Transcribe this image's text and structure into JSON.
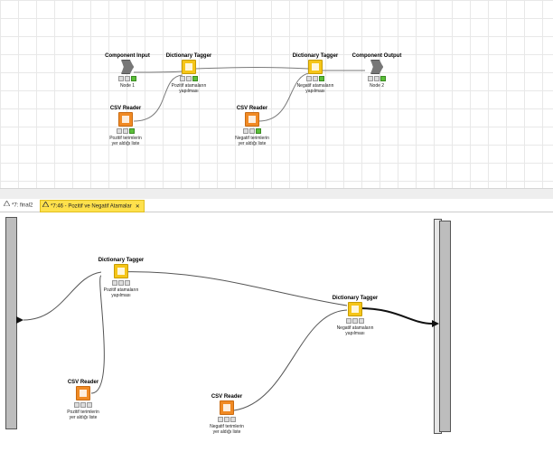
{
  "top_nodes": [
    {
      "id": "component-input",
      "title": "Component Input",
      "label": [
        "Node 1"
      ]
    },
    {
      "id": "dict-tagger-1",
      "title": "Dictionary Tagger",
      "label": [
        "Pozitif atamaların",
        "yapılması"
      ]
    },
    {
      "id": "dict-tagger-2",
      "title": "Dictionary Tagger",
      "label": [
        "Negatif atamaların",
        "yapılması"
      ]
    },
    {
      "id": "component-output",
      "title": "Component Output",
      "label": [
        "Node 2"
      ]
    },
    {
      "id": "csv-reader-1",
      "title": "CSV Reader",
      "label": [
        "Pozitif terimlerin",
        "yer aldığı liste"
      ]
    },
    {
      "id": "csv-reader-2",
      "title": "CSV Reader",
      "label": [
        "Negatif terimlerin",
        "yer aldığı liste"
      ]
    }
  ],
  "tabs": [
    {
      "label": "*7: final2",
      "active": false
    },
    {
      "label": "*7:46 - Pozitif ve Negatif Atamalar",
      "active": true,
      "close": "✕"
    }
  ],
  "bottom_nodes": [
    {
      "id": "b-dict-tagger-1",
      "title": "Dictionary Tagger",
      "label": [
        "Pozitif atamaların",
        "yapılması"
      ]
    },
    {
      "id": "b-dict-tagger-2",
      "title": "Dictionary Tagger",
      "label": [
        "Negatif atamaların",
        "yapılması"
      ]
    },
    {
      "id": "b-csv-reader-1",
      "title": "CSV Reader",
      "label": [
        "Pozitif terimlerin",
        "yer aldığı liste"
      ]
    },
    {
      "id": "b-csv-reader-2",
      "title": "CSV Reader",
      "label": [
        "Negatif terimlerin",
        "yer aldığı liste"
      ]
    }
  ],
  "colors": {
    "tagger": "#f5c518",
    "reader": "#f08a24",
    "active_tab": "#ffe14c"
  }
}
